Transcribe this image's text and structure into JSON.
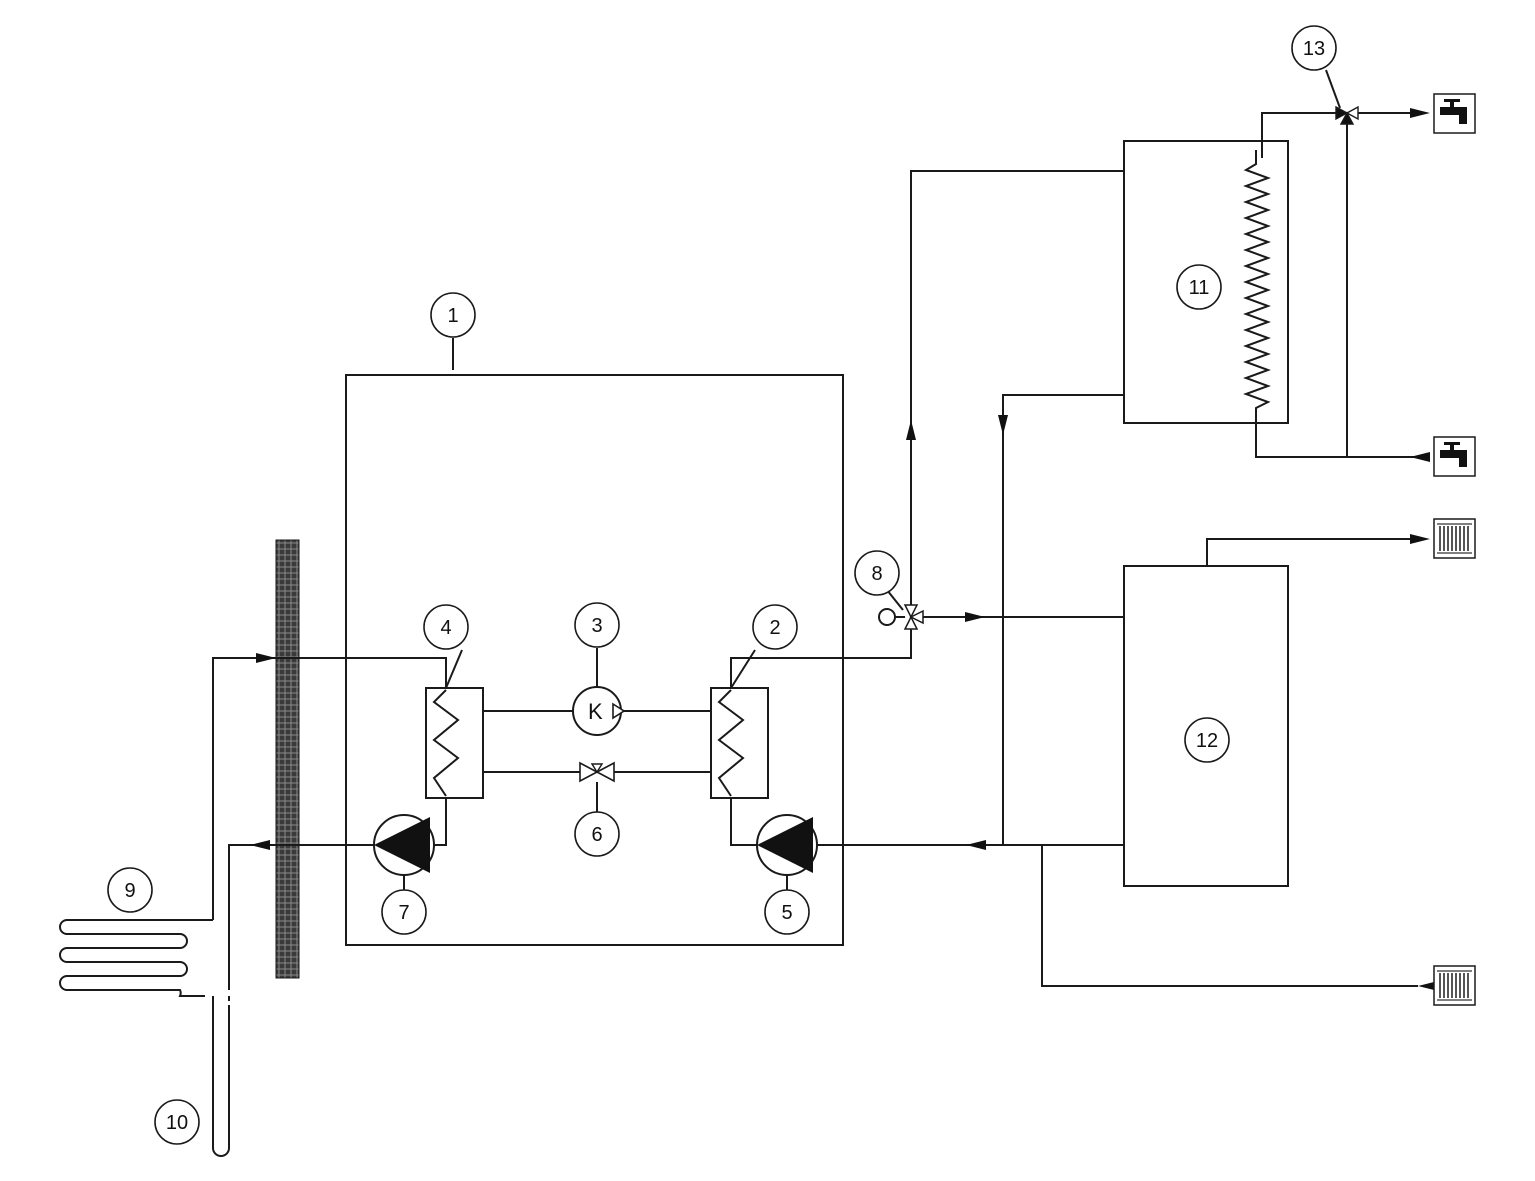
{
  "diagram": {
    "labels": {
      "l1": "1",
      "l2": "2",
      "l3": "3",
      "l4": "4",
      "l5": "5",
      "l6": "6",
      "l7": "7",
      "l8": "8",
      "l9": "9",
      "l10": "10",
      "l11": "11",
      "l12": "12",
      "l13": "13"
    },
    "compressor_symbol": "K",
    "icons": {
      "tap_top": "water-tap-icon",
      "tap_bottom": "water-tap-icon",
      "radiator_top": "radiator-icon",
      "radiator_bottom": "radiator-icon"
    },
    "colors": {
      "line": "#1a1a1a",
      "background": "#ffffff"
    }
  }
}
